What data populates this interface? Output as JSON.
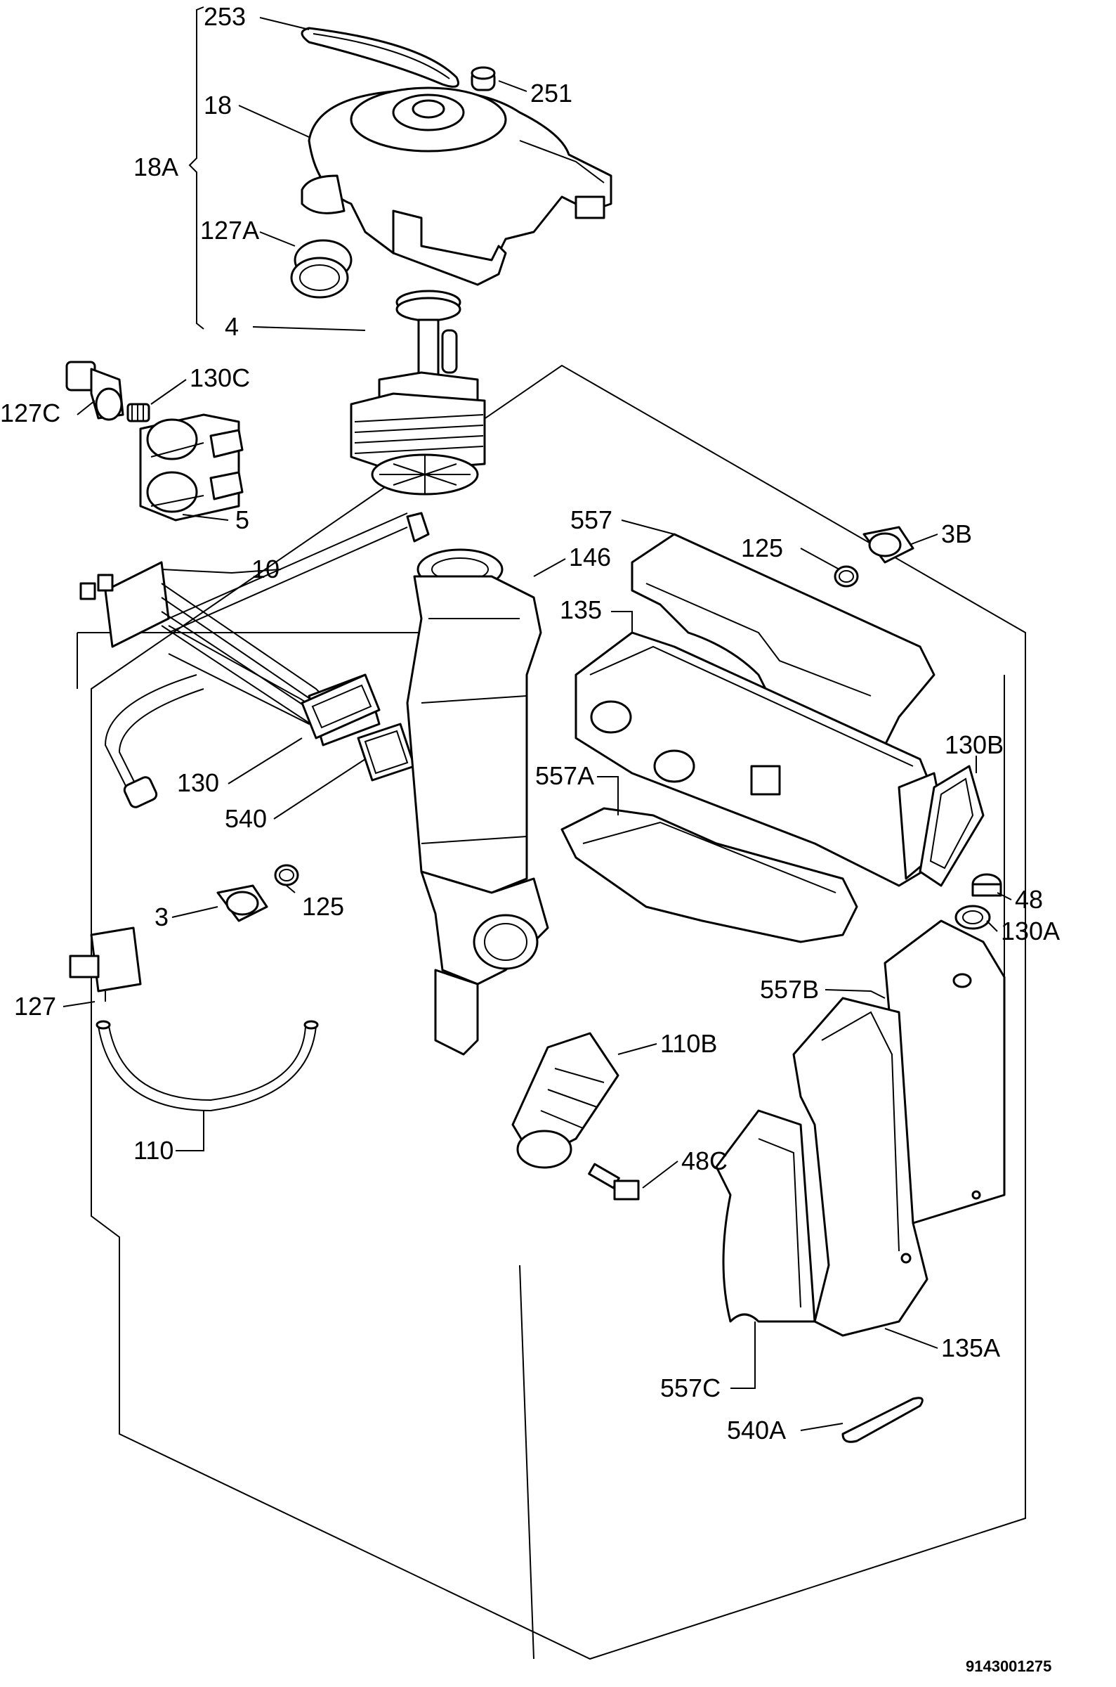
{
  "callouts": [
    {
      "id": "253",
      "text": "253"
    },
    {
      "id": "251",
      "text": "251"
    },
    {
      "id": "18",
      "text": "18"
    },
    {
      "id": "18A",
      "text": "18A"
    },
    {
      "id": "127A",
      "text": "127A"
    },
    {
      "id": "4",
      "text": "4"
    },
    {
      "id": "130C",
      "text": "130C"
    },
    {
      "id": "127C",
      "text": "127C"
    },
    {
      "id": "5",
      "text": "5"
    },
    {
      "id": "557",
      "text": "557"
    },
    {
      "id": "125a",
      "text": "125"
    },
    {
      "id": "3B",
      "text": "3B"
    },
    {
      "id": "10",
      "text": "10"
    },
    {
      "id": "146",
      "text": "146"
    },
    {
      "id": "135",
      "text": "135"
    },
    {
      "id": "130B",
      "text": "130B"
    },
    {
      "id": "130",
      "text": "130"
    },
    {
      "id": "557A",
      "text": "557A"
    },
    {
      "id": "540",
      "text": "540"
    },
    {
      "id": "48",
      "text": "48"
    },
    {
      "id": "125b",
      "text": "125"
    },
    {
      "id": "130A",
      "text": "130A"
    },
    {
      "id": "3",
      "text": "3"
    },
    {
      "id": "127",
      "text": "127"
    },
    {
      "id": "557B",
      "text": "557B"
    },
    {
      "id": "110B",
      "text": "110B"
    },
    {
      "id": "48C",
      "text": "48C"
    },
    {
      "id": "110",
      "text": "110"
    },
    {
      "id": "135A",
      "text": "135A"
    },
    {
      "id": "557C",
      "text": "557C"
    },
    {
      "id": "540A",
      "text": "540A"
    }
  ],
  "drawing_code": "9143001275"
}
